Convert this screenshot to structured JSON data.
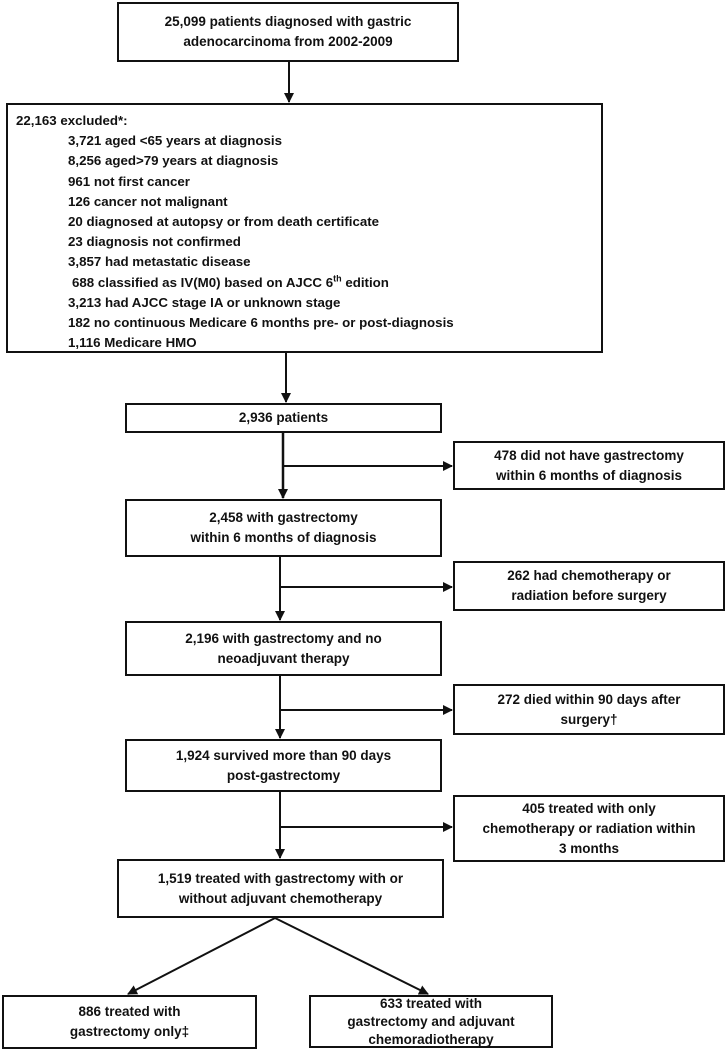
{
  "boxes": {
    "initial": {
      "line1": "25,099 patients diagnosed with gastric",
      "line2": "adenocarcinoma from 2002-2009"
    },
    "excluded": {
      "header": "22,163 excluded*:",
      "items": [
        "3,721 aged <65 years at diagnosis",
        "8,256 aged>79 years at diagnosis",
        "961 not first cancer",
        "126 cancer not malignant",
        "20 diagnosed at autopsy or from death certificate",
        "23 diagnosis not confirmed",
        "3,857 had metastatic disease",
        "688 classified as IV(M0) based on AJCC 6",
        "3,213 had AJCC stage IA or unknown stage",
        "182 no continuous Medicare 6 months pre- or post-diagnosis",
        "1,116 Medicare HMO"
      ],
      "item8_superscript": "th",
      "item8_suffix": " edition"
    },
    "patients": {
      "line1": "2,936 patients"
    },
    "no_gastrectomy": {
      "line1": "478 did not have gastrectomy",
      "line2": "within 6 months of diagnosis"
    },
    "gastrectomy": {
      "line1": "2,458 with gastrectomy",
      "line2": "within 6 months of diagnosis"
    },
    "preop_therapy": {
      "line1": "262 had chemotherapy or",
      "line2": "radiation before surgery"
    },
    "no_neoadjuvant": {
      "line1": "2,196 with gastrectomy and no",
      "line2": "neoadjuvant therapy"
    },
    "died_90": {
      "line1": "272 died within 90 days after",
      "line2": "surgery†"
    },
    "survived_90": {
      "line1": "1,924 survived more than 90 days",
      "line2": "post-gastrectomy"
    },
    "only_chemo_rad": {
      "line1": "405 treated with only",
      "line2": "chemotherapy or radiation within",
      "line3": "3 months"
    },
    "treated": {
      "line1": "1,519 treated with gastrectomy with or",
      "line2": "without adjuvant chemotherapy"
    },
    "gastrectomy_only": {
      "line1": "886 treated with",
      "line2": "gastrectomy only‡"
    },
    "adjuvant_crt": {
      "line1": "633 treated with",
      "line2": "gastrectomy and adjuvant",
      "line3": "chemoradiotherapy"
    }
  }
}
